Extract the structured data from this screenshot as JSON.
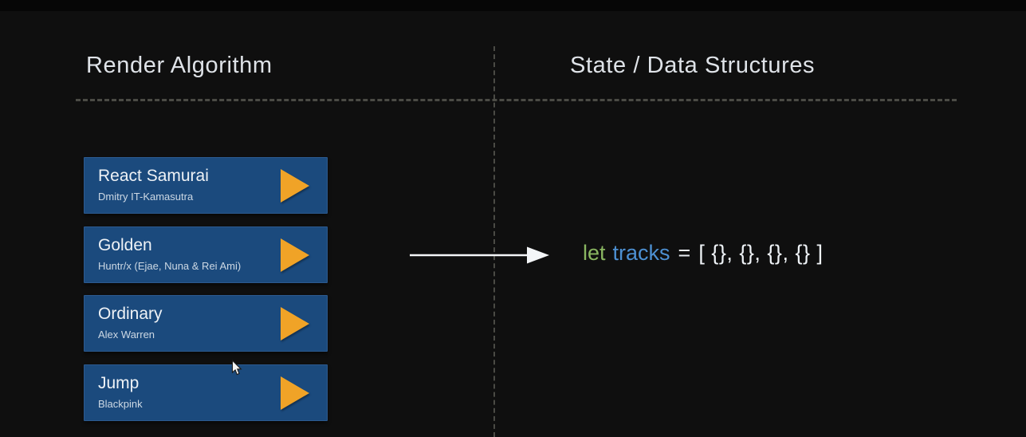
{
  "left_panel": {
    "title": "Render Algorithm",
    "tracks": [
      {
        "title": "React Samurai",
        "artist": "Dmitry IT-Kamasutra"
      },
      {
        "title": "Golden",
        "artist": "Huntr/x (Ejae, Nuna & Rei Ami)"
      },
      {
        "title": "Ordinary",
        "artist": "Alex Warren"
      },
      {
        "title": "Jump",
        "artist": "Blackpink"
      }
    ]
  },
  "right_panel": {
    "title": "State / Data Structures",
    "code": {
      "keyword": "let",
      "variable": "tracks",
      "operator": "=",
      "array": "[ {}, {}, {}, {} ]"
    }
  },
  "icons": {
    "play": "play-triangle-icon",
    "arrow": "right-arrow-icon",
    "cursor": "mouse-pointer-icon"
  },
  "colors": {
    "background": "#0f0f0f",
    "card_background": "#1b4a7d",
    "card_border": "#2c5a8f",
    "play_icon": "#f0a327",
    "heading_text": "#dfe3e8",
    "card_title_text": "#eef2f6",
    "card_artist_text": "#ccd8e4",
    "divider_dash": "#56564f",
    "code_keyword_green": "#8ab661",
    "code_variable_blue": "#4d90d2",
    "code_plain_white": "#e9edf1",
    "arrow_white": "#f4f6f8"
  }
}
